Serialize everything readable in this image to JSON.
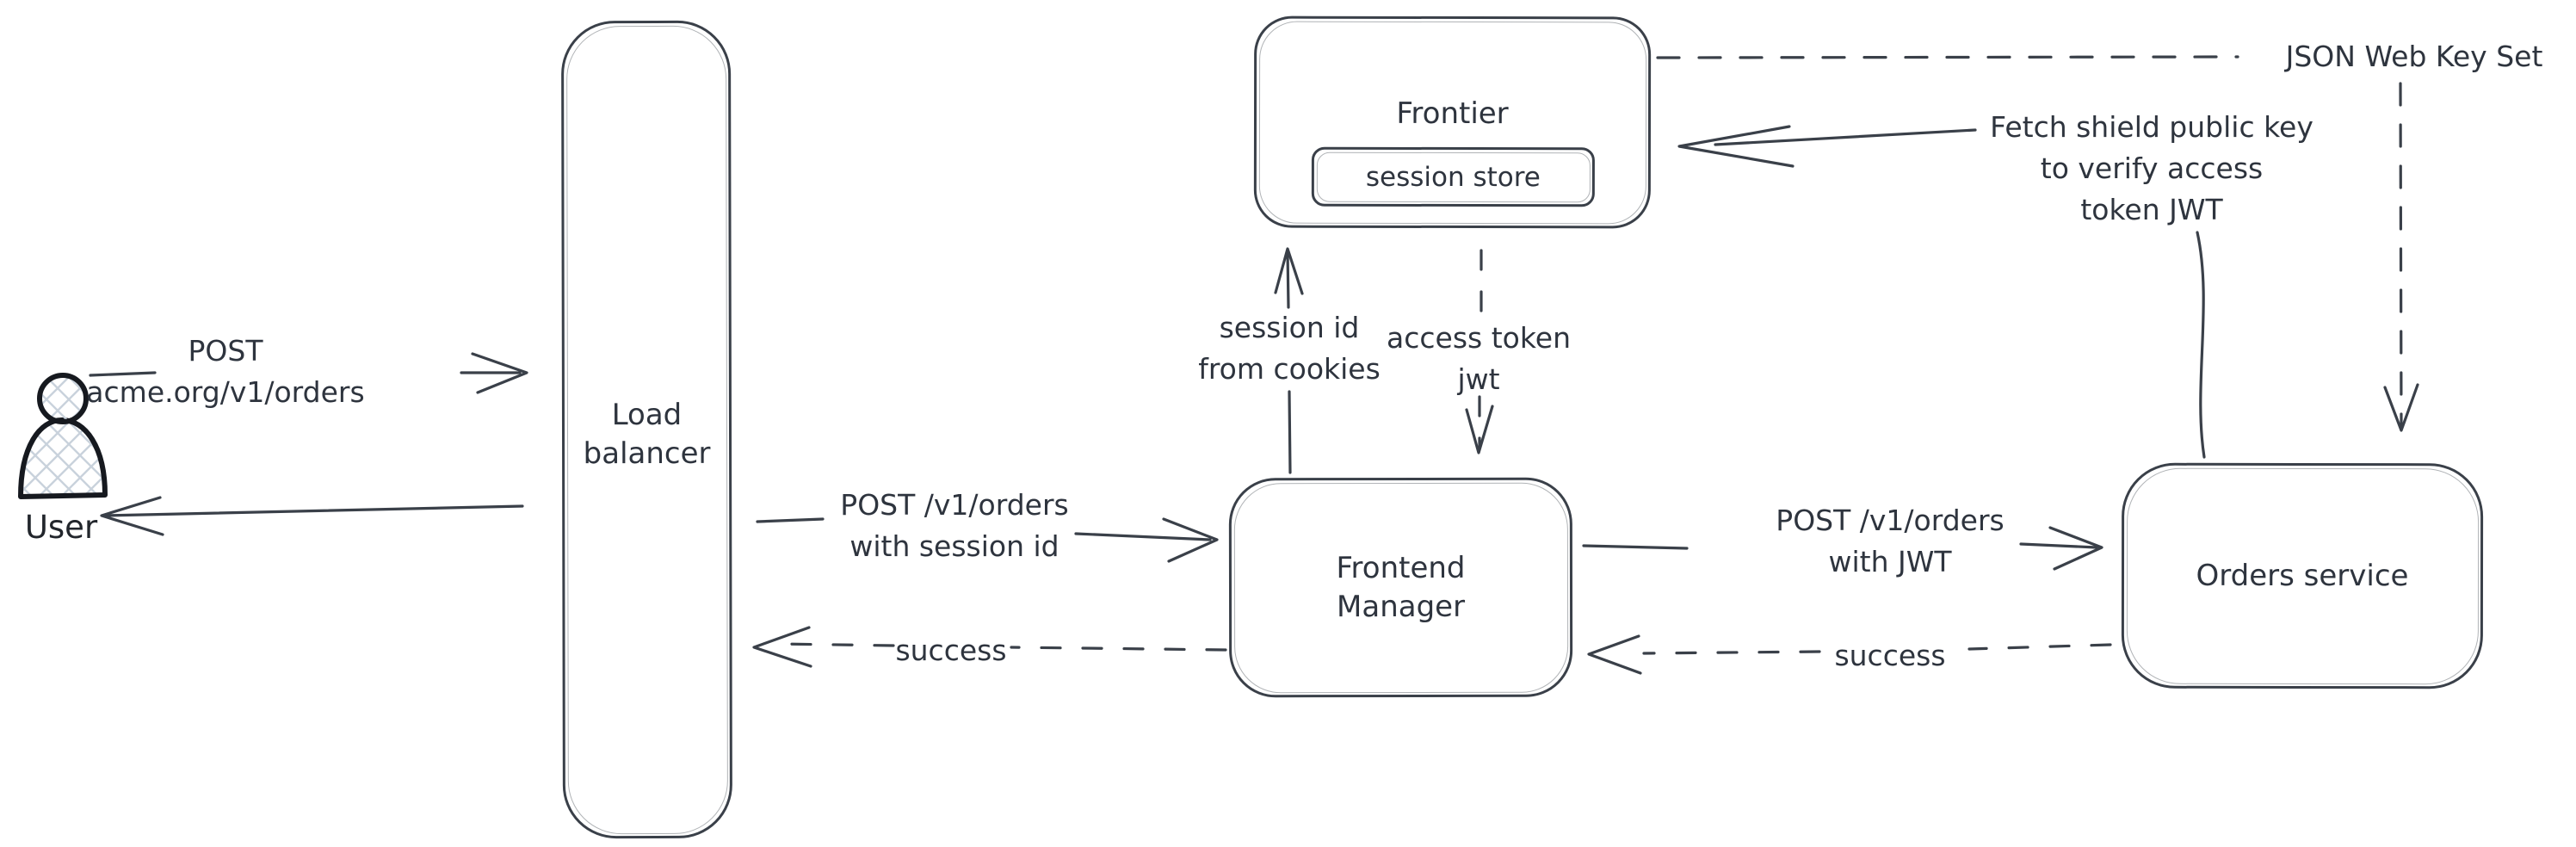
{
  "canvas": {
    "background": "#ffffff",
    "stroke_color": "#3a4049",
    "text_color": "#2e343e",
    "user_hatch_color": "#c9d2dc"
  },
  "nodes": {
    "user": {
      "label": "User"
    },
    "load_balancer": {
      "lines": [
        "Load",
        "balancer"
      ]
    },
    "frontier": {
      "label": "Frontier"
    },
    "session_store": {
      "label": "session store"
    },
    "frontend_manager": {
      "lines": [
        "Frontend",
        "Manager"
      ]
    },
    "orders_service": {
      "label": "Orders service"
    }
  },
  "edges": {
    "user_post": {
      "lines": [
        "POST",
        "acme.org/v1/orders"
      ]
    },
    "lb_post": {
      "lines": [
        "POST /v1/orders",
        "with session id"
      ]
    },
    "session_id": {
      "lines": [
        "session id",
        "from cookies"
      ]
    },
    "access_token": {
      "lines": [
        "access token",
        "jwt"
      ]
    },
    "fm_post": {
      "lines": [
        "POST /v1/orders",
        "with JWT"
      ]
    },
    "fm_success": {
      "label": "success"
    },
    "orders_success": {
      "label": "success"
    },
    "fetch_key": {
      "lines": [
        "Fetch shield public key",
        "to verify access",
        "token JWT"
      ]
    },
    "jwks": {
      "label": "JSON Web Key Set"
    }
  }
}
